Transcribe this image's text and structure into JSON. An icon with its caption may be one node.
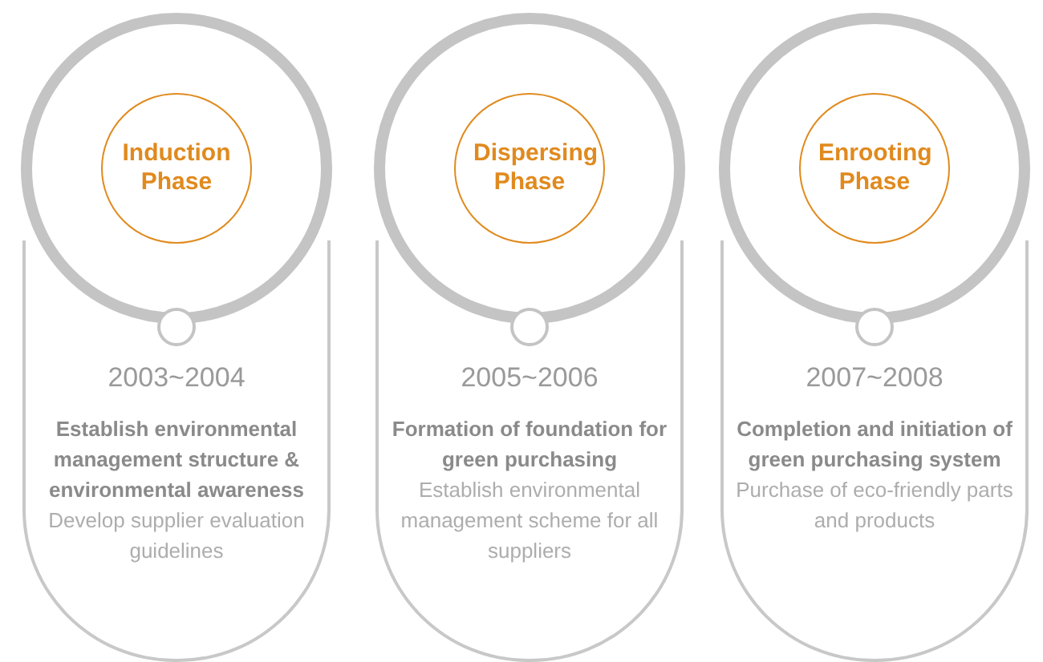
{
  "diagram": {
    "nodes": [
      {
        "text": [],
        "shape": "circle"
      },
      {
        "text": [
          "Induction Phase"
        ],
        "in": 0
      },
      {
        "text": [],
        "shape": "circle"
      },
      {
        "text": [
          "2003~2004",
          "Establish environmental management structure & environmental awareness",
          "Develop supplier evaluation guidelines"
        ]
      },
      {
        "text": [],
        "shape": "circle"
      },
      {
        "text": [
          "Dispersing Phase"
        ],
        "in": 4
      },
      {
        "text": [],
        "shape": "circle"
      },
      {
        "text": [
          "2005~2006",
          "Formation of foundation for green purchasing",
          "Establish environmental management scheme for all suppliers"
        ]
      },
      {
        "text": [],
        "shape": "circle"
      },
      {
        "text": [
          "Enrooting Phase"
        ],
        "in": 8
      },
      {
        "text": [],
        "shape": "circle"
      },
      {
        "text": [
          "2007~2008",
          "Completion and initiation of green purchasing system",
          "Purchase of eco-friendly parts and products"
        ]
      }
    ],
    "edges": []
  }
}
